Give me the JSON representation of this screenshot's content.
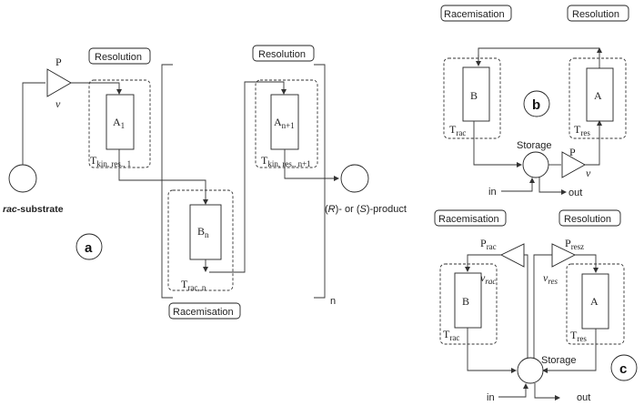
{
  "labels": {
    "resolution": "Resolution",
    "racemisation": "Racemisation",
    "storage": "Storage",
    "in": "in",
    "out": "out",
    "n": "n",
    "panel_a": "a",
    "panel_b": "b",
    "panel_c": "c",
    "rac_prefix": "rac",
    "rac_suffix": "-substrate",
    "product_r": "R",
    "product_mid": ")- or (",
    "product_s": "S",
    "product_end": ")-product",
    "P": "P",
    "v": "v",
    "A": "A",
    "B": "B",
    "sub_1": "1",
    "sub_n": "n",
    "sub_n1": "n+1",
    "T": "T",
    "t_kin_1": "kin, res., 1",
    "t_rac_n": "rac, n",
    "t_kin_n1": "kin, res., n+1",
    "t_rac": "rac",
    "t_res": "res",
    "sub_rac": "rac",
    "sub_resz": "resz",
    "sub_res": "res"
  },
  "colors": {
    "line": "#333333",
    "text": "#222222",
    "fill": "#ffffff"
  }
}
